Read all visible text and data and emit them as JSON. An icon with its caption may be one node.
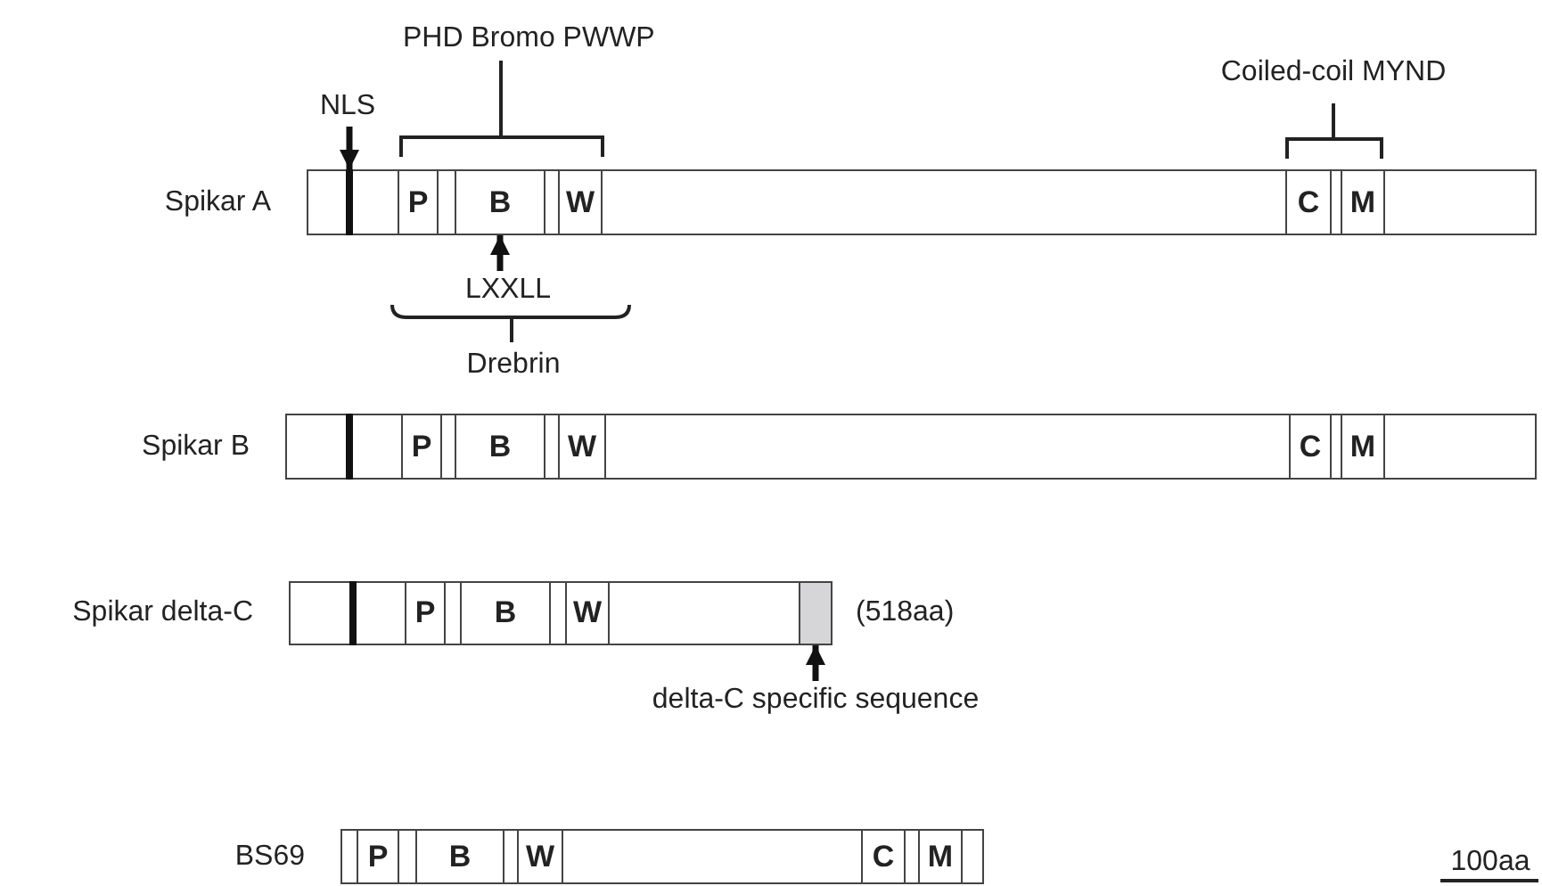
{
  "diagram": {
    "nodes": [
      {
        "text": [
          "NLS"
        ]
      },
      {
        "text": [
          "Spikar A"
        ]
      },
      {
        "text": [],
        "shape": "bar",
        "in": 1
      },
      {
        "text": [
          "P"
        ],
        "in": 1
      },
      {
        "text": [
          "B"
        ],
        "in": 1
      },
      {
        "text": [
          "W"
        ],
        "in": 1
      },
      {
        "text": [
          "C"
        ],
        "in": 1
      },
      {
        "text": [
          "M"
        ],
        "in": 1
      },
      {
        "text": [
          "LXXLL"
        ]
      },
      {
        "text": [
          "Spikar B"
        ]
      },
      {
        "text": [],
        "shape": "bar",
        "in": 9
      },
      {
        "text": [
          "P"
        ],
        "in": 9
      },
      {
        "text": [
          "B"
        ],
        "in": 9
      },
      {
        "text": [
          "W"
        ],
        "in": 9
      },
      {
        "text": [
          "C"
        ],
        "in": 9
      },
      {
        "text": [
          "M"
        ],
        "in": 9
      },
      {
        "text": [
          "Spikar delta-C"
        ],
        "beside": [
          "(518aa)"
        ]
      },
      {
        "text": [],
        "shape": "bar",
        "in": 16
      },
      {
        "text": [
          "P"
        ],
        "in": 16
      },
      {
        "text": [
          "B"
        ],
        "in": 16
      },
      {
        "text": [
          "W"
        ],
        "in": 16
      },
      {
        "text": [],
        "shape": "box",
        "in": 16
      },
      {
        "text": [
          "delta-C specific sequence"
        ]
      },
      {
        "text": [
          "BS69"
        ]
      },
      {
        "text": [
          "P"
        ],
        "in": 23
      },
      {
        "text": [
          "B"
        ],
        "in": 23
      },
      {
        "text": [
          "W"
        ],
        "in": 23
      },
      {
        "text": [
          "C"
        ],
        "in": 23
      },
      {
        "text": [
          "M"
        ],
        "in": 23
      }
    ],
    "edges": [
      {
        "from": 0,
        "to": 2,
        "arrow": "to"
      },
      {
        "from": 8,
        "to": 4,
        "arrow": "to"
      },
      {
        "from": 22,
        "to": 21,
        "arrow": "to"
      }
    ],
    "labels": [
      "PHD Bromo PWWP",
      "Coiled-coil MYND",
      "Drebrin",
      "100aa"
    ]
  }
}
